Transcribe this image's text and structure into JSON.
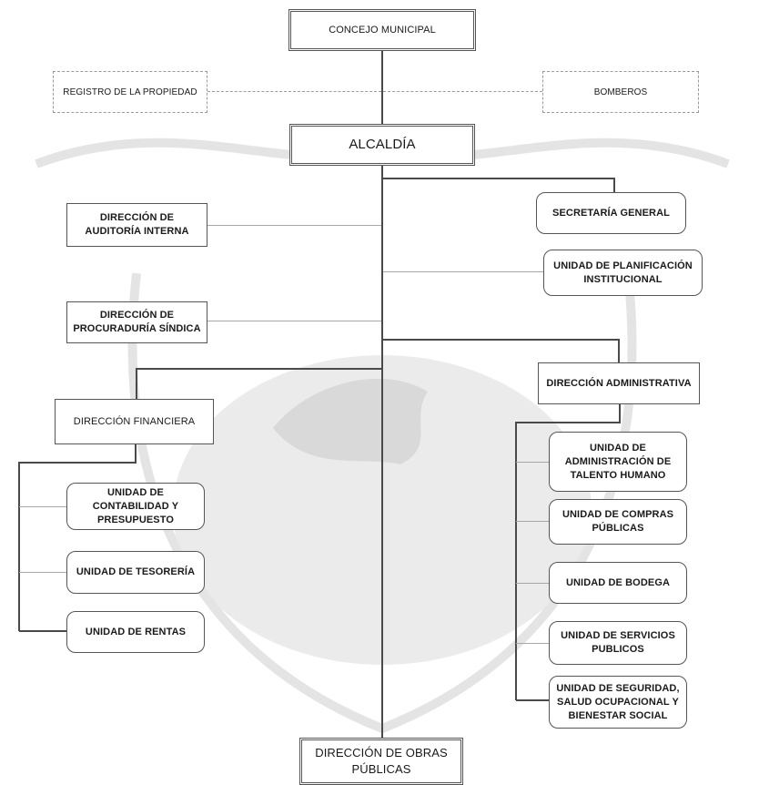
{
  "org_chart": {
    "top": {
      "concejo": "CONCEJO MUNICIPAL"
    },
    "side_units": {
      "registro": "REGISTRO DE LA PROPIEDAD",
      "bomberos": "BOMBEROS"
    },
    "alcaldia": "ALCALDÍA",
    "left_staff": {
      "auditoria": "DIRECCIÓN DE AUDITORÍA INTERNA",
      "procuraduria": "DIRECCIÓN DE PROCURADURÍA SÍNDICA"
    },
    "right_staff": {
      "secretaria": "SECRETARÍA GENERAL",
      "planificacion": "UNIDAD DE PLANIFICACIÓN INSTITUCIONAL"
    },
    "financiera": {
      "title": "DIRECCIÓN FINANCIERA",
      "units": [
        "UNIDAD DE CONTABILIDAD Y PRESUPUESTO",
        "UNIDAD DE TESORERÍA",
        "UNIDAD DE RENTAS"
      ]
    },
    "administrativa": {
      "title": "DIRECCIÓN ADMINISTRATIVA",
      "units": [
        "UNIDAD DE ADMINISTRACIÓN DE TALENTO HUMANO",
        "UNIDAD DE COMPRAS PÚBLICAS",
        "UNIDAD DE BODEGA",
        "UNIDAD DE SERVICIOS PUBLICOS",
        "UNIDAD DE SEGURIDAD, SALUD OCUPACIONAL Y BIENESTAR SOCIAL"
      ]
    },
    "obras_publicas": "DIRECCIÓN DE OBRAS PÚBLICAS"
  },
  "colors": {
    "line": "#4a4a4a",
    "border": "#555555",
    "watermark": "#d9d9d9"
  }
}
